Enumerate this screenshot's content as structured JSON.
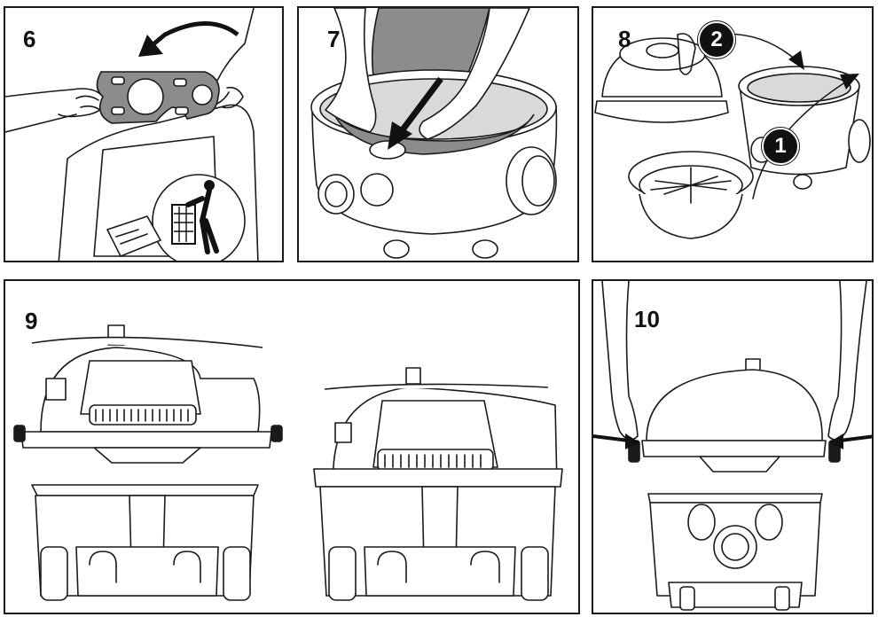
{
  "steps": {
    "step6": "6",
    "step7": "7",
    "step8": "8",
    "step9": "9",
    "step10": "10"
  },
  "step8_badges": {
    "first": "1",
    "second": "2"
  },
  "icons": [
    "curved-arrow-icon",
    "dust-bag-icon",
    "disposal-bin-icon",
    "push-arrow-icon",
    "lift-arrow-icon",
    "clip-arrow-icon"
  ],
  "colors": {
    "ink": "#1a1a1a",
    "bag_fill": "#8c8c8c",
    "badge": "#111111"
  }
}
